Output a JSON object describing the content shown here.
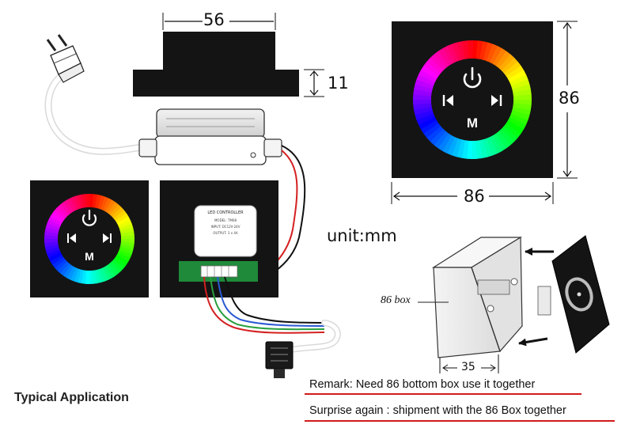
{
  "dimensions": {
    "top_width": "56",
    "top_height": "11",
    "panel_height": "86",
    "panel_width": "86",
    "box_depth": "35"
  },
  "unit_label": "unit:mm",
  "box_label": "86 box",
  "typical_label": "Typical Application",
  "remark_text": "Remark: Need 86 bottom box use it together",
  "surprise_text": "Surprise again : shipment with the 86 Box together",
  "panel_buttons": {
    "center": "M"
  },
  "controller_label": {
    "line1": "LED CONTROLLER",
    "line2": "MODEL: TM08",
    "line3": "INPUT: DC12V-24V",
    "line4": "OUTPUT: 3 x 4A"
  },
  "colors": {
    "panel": "#111111",
    "accent_line": "#d21a1a",
    "pcb": "#1f8a3a",
    "wire_red": "#d42020",
    "wire_green": "#2aa040",
    "wire_blue": "#2a5ad4",
    "wire_black": "#111111"
  }
}
